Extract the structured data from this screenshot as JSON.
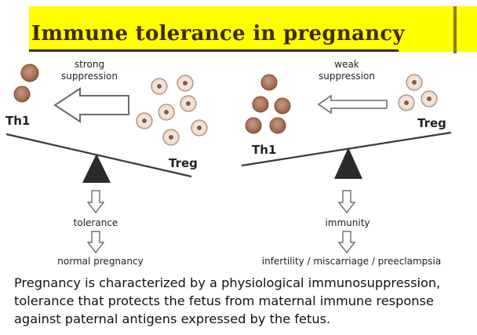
{
  "title": "Immune tolerance in pregnancy",
  "left_panel": {
    "arrow_label_line1": "strong",
    "arrow_label_line2": "suppression",
    "th1_label": "Th1",
    "treg_label": "Treg",
    "outcome1": "tolerance",
    "outcome2": "normal pregnancy"
  },
  "right_panel": {
    "arrow_label_line1": "weak",
    "arrow_label_line2": "suppression",
    "th1_label": "Th1",
    "treg_label": "Treg",
    "outcome1": "immunity",
    "outcome2": "infertility / miscarriage / preeclampsia"
  },
  "caption": {
    "line1": "Pregnancy is characterized by a physiological immunosuppression,",
    "line2": "tolerance that protects the fetus from maternal immune response",
    "line3": "against paternal antigens expressed by the fetus."
  },
  "colors": {
    "title_bg": "#ffff00",
    "th1_cell": "#b07a62",
    "treg_cell": "#f6e8dc",
    "fulcrum": "#2a2a2a"
  }
}
